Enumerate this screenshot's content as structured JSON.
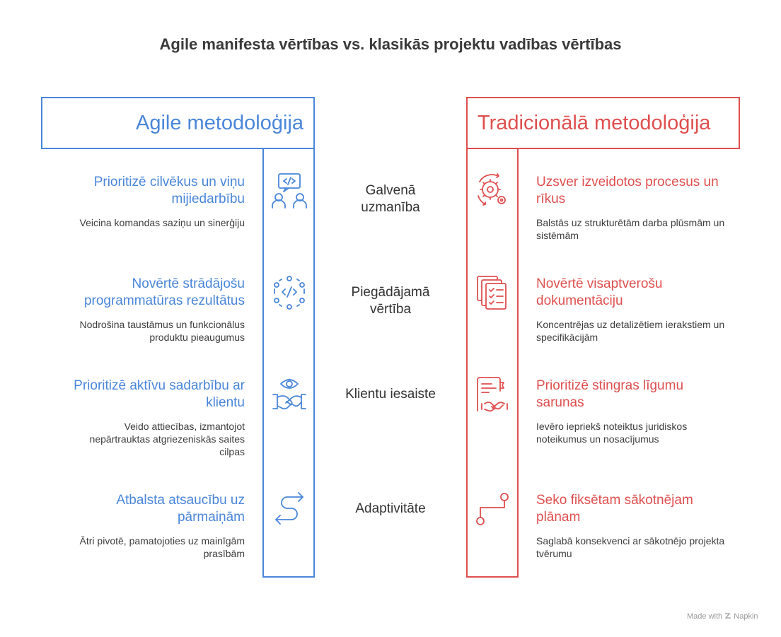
{
  "title": "Agile manifesta vērtības vs. klasikās projektu vadības vērtības",
  "colors": {
    "agile": "#4a86d9",
    "traditional": "#df4f4f",
    "neutral": "#333333"
  },
  "left": {
    "header": "Agile metodoloģija",
    "items": [
      {
        "title": "Prioritizē cilvēkus un viņu mijiedarbību",
        "desc": "Veicina komandas saziņu un sinerģiju",
        "icon": "team-code-icon"
      },
      {
        "title": "Novērtē strādājošu programmatūras rezultātus",
        "desc": "Nodrošina taustāmus un funkcionālus produktu pieaugumus",
        "icon": "code-network-icon"
      },
      {
        "title": "Prioritizē aktīvu sadarbību ar klientu",
        "desc": "Veido attiecības, izmantojot nepārtrauktas atgriezeniskās saites cilpas",
        "icon": "eye-handshake-icon"
      },
      {
        "title": "Atbalsta atsaucību uz pārmaiņām",
        "desc": "Ātri pivotē, pamatojoties uz mainīgām prasībām",
        "icon": "curved-arrows-icon"
      }
    ]
  },
  "center": {
    "labels": [
      "Galvenā uzmanība",
      "Piegādājamā vērtība",
      "Klientu iesaiste",
      "Adaptivitāte"
    ]
  },
  "right": {
    "header": "Tradicionālā metodoloģija",
    "items": [
      {
        "title": "Uzsver izveidotos procesus un rīkus",
        "desc": "Balstās uz strukturētām darba plūsmām un sistēmām",
        "icon": "gears-cycle-icon"
      },
      {
        "title": "Novērtē visaptverošu dokumentāciju",
        "desc": "Koncentrējas uz detalizētiem ierakstiem un specifikācijām",
        "icon": "document-stack-icon"
      },
      {
        "title": "Prioritizē stingras līgumu sarunas",
        "desc": "Ievēro iepriekš noteiktus juridiskos noteikumus un nosacījumus",
        "icon": "contract-handshake-icon"
      },
      {
        "title": "Seko fiksētam sākotnējam plānam",
        "desc": "Saglabā konsekvenci ar sākotnējo projekta tvērumu",
        "icon": "fixed-path-icon"
      }
    ]
  },
  "footer": {
    "text": "Made with",
    "brand": "Napkin"
  }
}
